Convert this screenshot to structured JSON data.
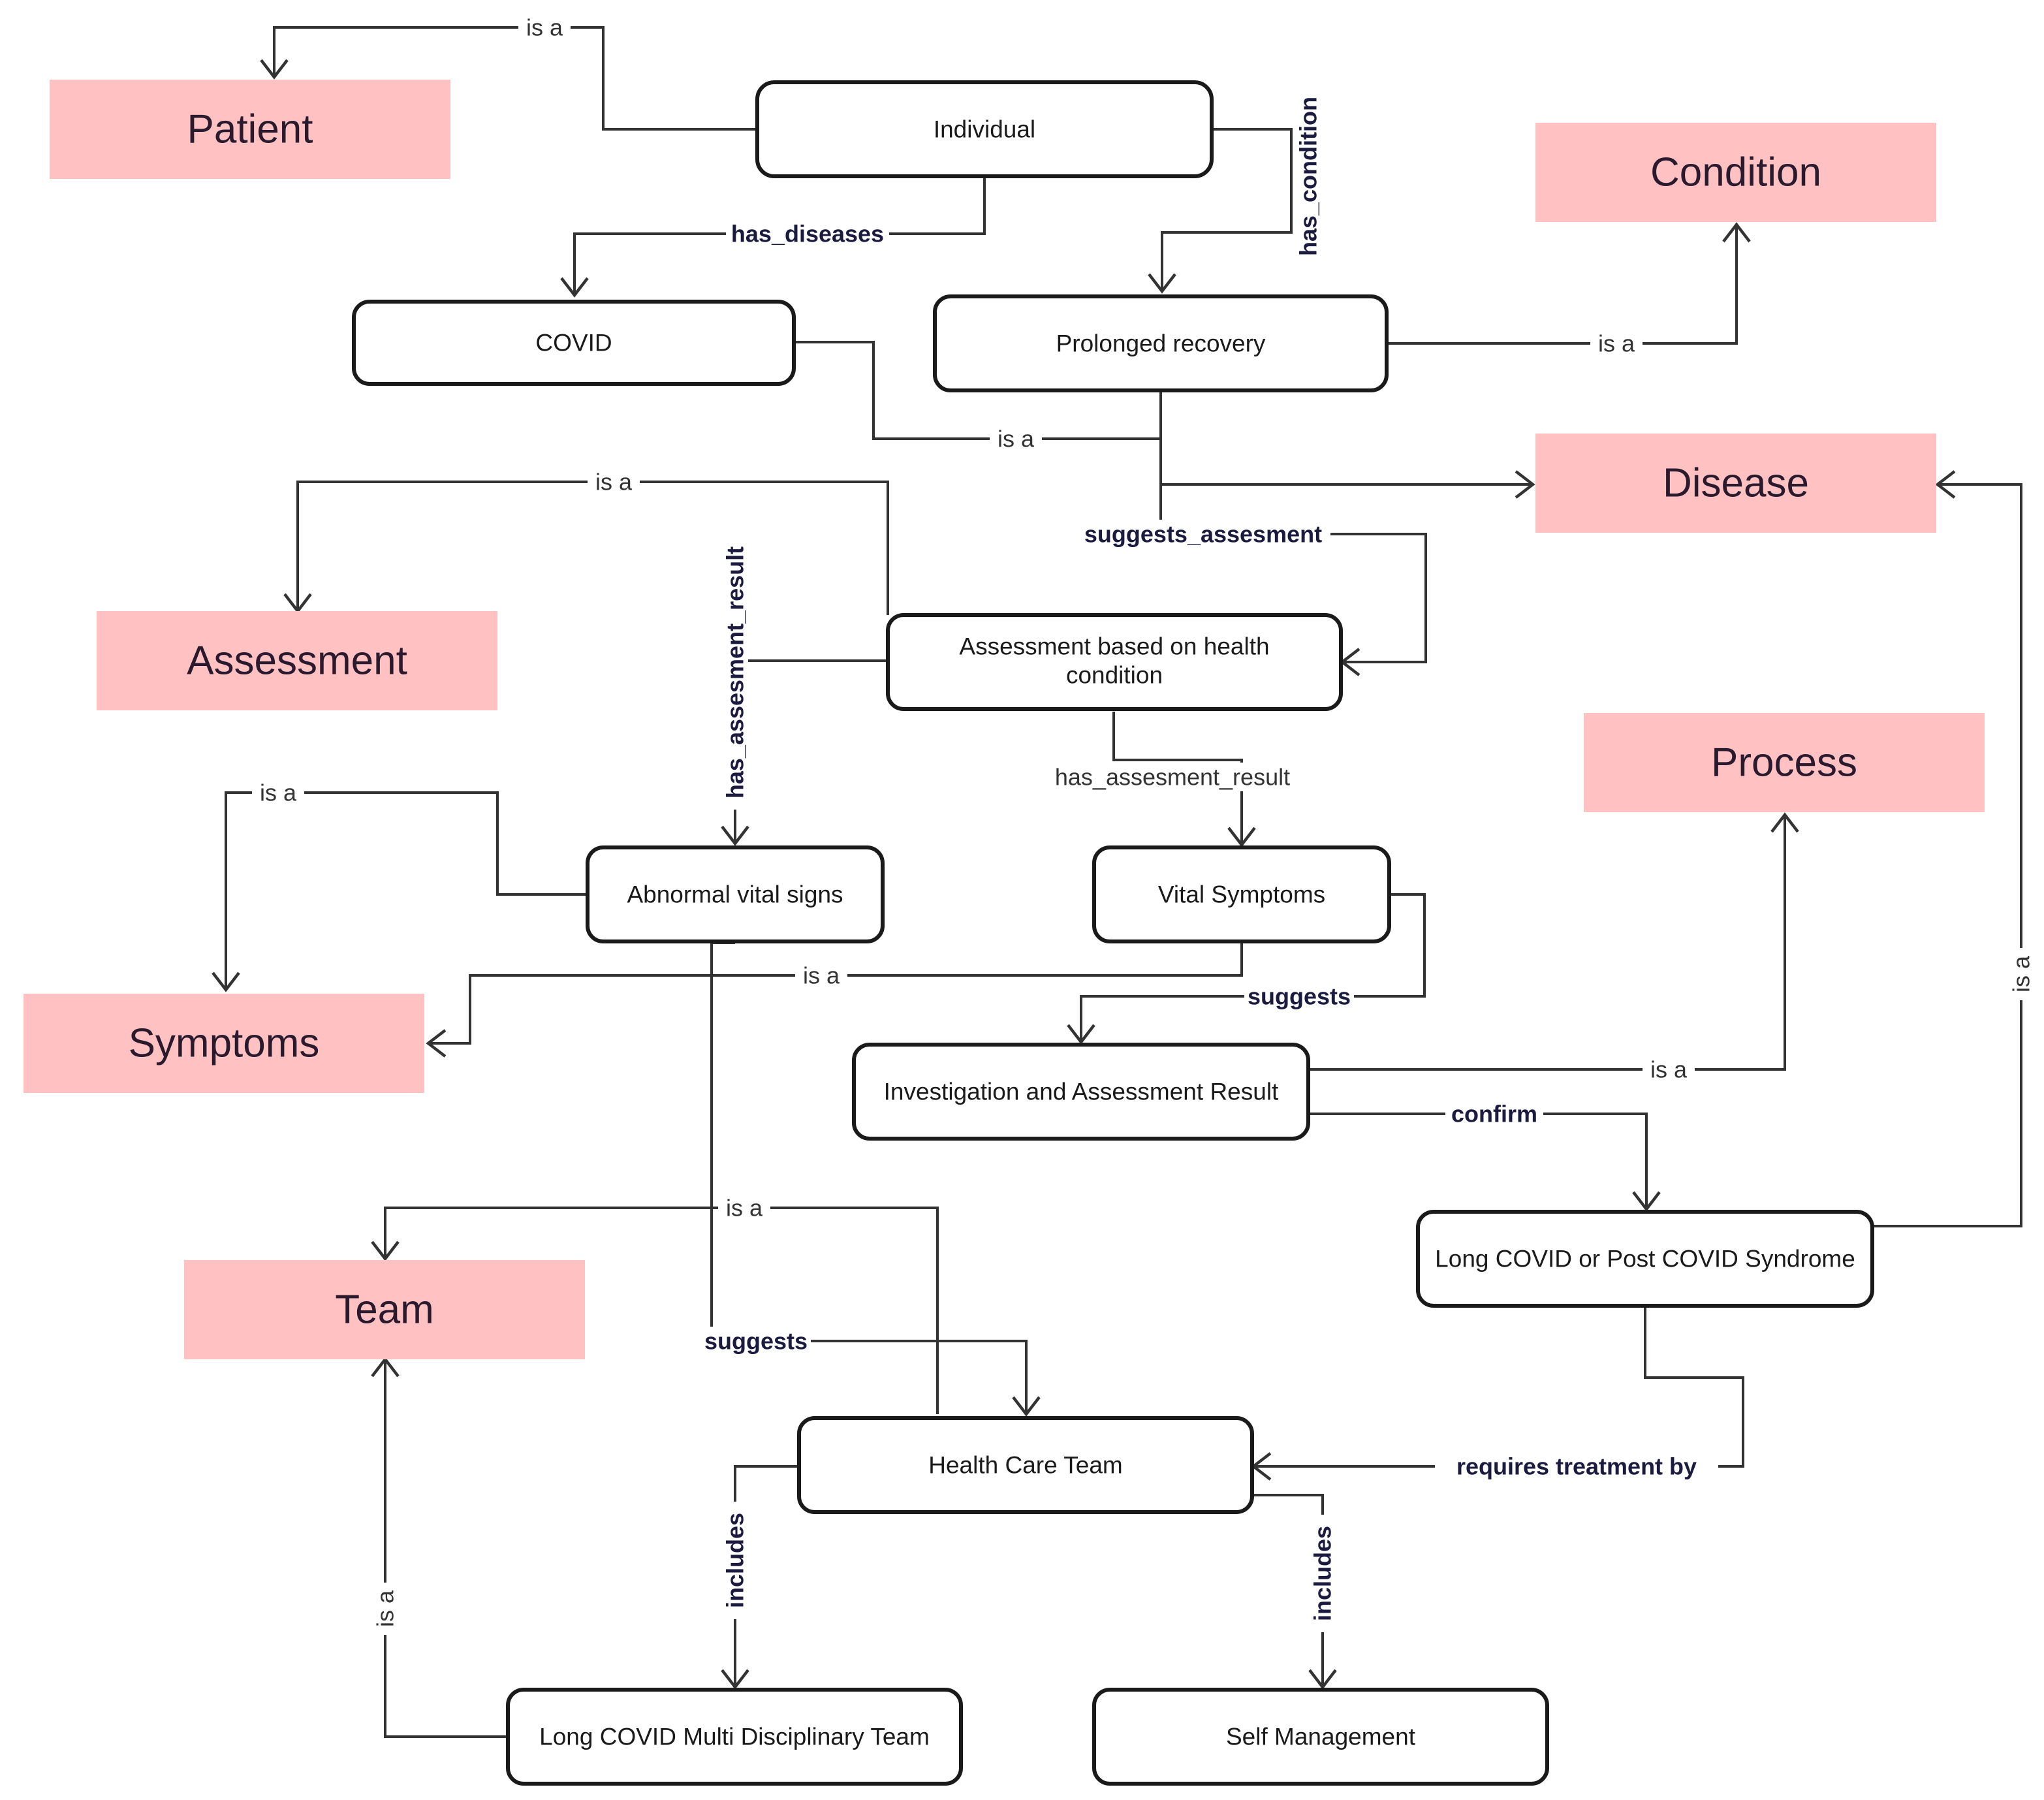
{
  "classes": {
    "patient": "Patient",
    "condition": "Condition",
    "disease": "Disease",
    "assessment": "Assessment",
    "process": "Process",
    "symptoms": "Symptoms",
    "team": "Team"
  },
  "instances": {
    "individual": "Individual",
    "covid": "COVID",
    "prolonged_recovery": "Prolonged recovery",
    "assessment_based_line1": "Assessment based on health",
    "assessment_based_line2": "condition",
    "abnormal_vital_signs": "Abnormal vital signs",
    "vital_symptoms": "Vital Symptoms",
    "investigation_result": "Investigation and Assessment Result",
    "long_covid_syndrome": "Long COVID or Post COVID Syndrome",
    "health_care_team": "Health Care Team",
    "multi_disciplinary_team": "Long COVID Multi Disciplinary Team",
    "self_management": "Self Management"
  },
  "relations": {
    "individual_is_a_patient": "is a",
    "individual_has_diseases": "has_diseases",
    "individual_has_condition": "has_condition",
    "prolonged_is_a_condition": "is a",
    "covid_is_a_disease": "is a",
    "assessment_is_a_assessment": "is a",
    "prolonged_suggests_assessment": "suggests_assesment",
    "assessment_has_result_abnormal": "has_assesment_result",
    "assessment_has_result_vital": "has_assesment_result",
    "abnormal_is_a_symptoms": "is a",
    "vital_is_a_symptoms": "is a",
    "vital_suggests_investigation": "suggests",
    "investigation_is_a_process": "is a",
    "investigation_confirm_long_covid": "confirm",
    "long_covid_is_a_disease": "is a",
    "health_team_is_a_team": "is a",
    "abnormal_suggests_health_team": "suggests",
    "long_covid_requires_treatment": "requires treatment by",
    "health_team_includes_mdt": "includes",
    "health_team_includes_self": "includes",
    "mdt_is_a_team": "is a"
  }
}
